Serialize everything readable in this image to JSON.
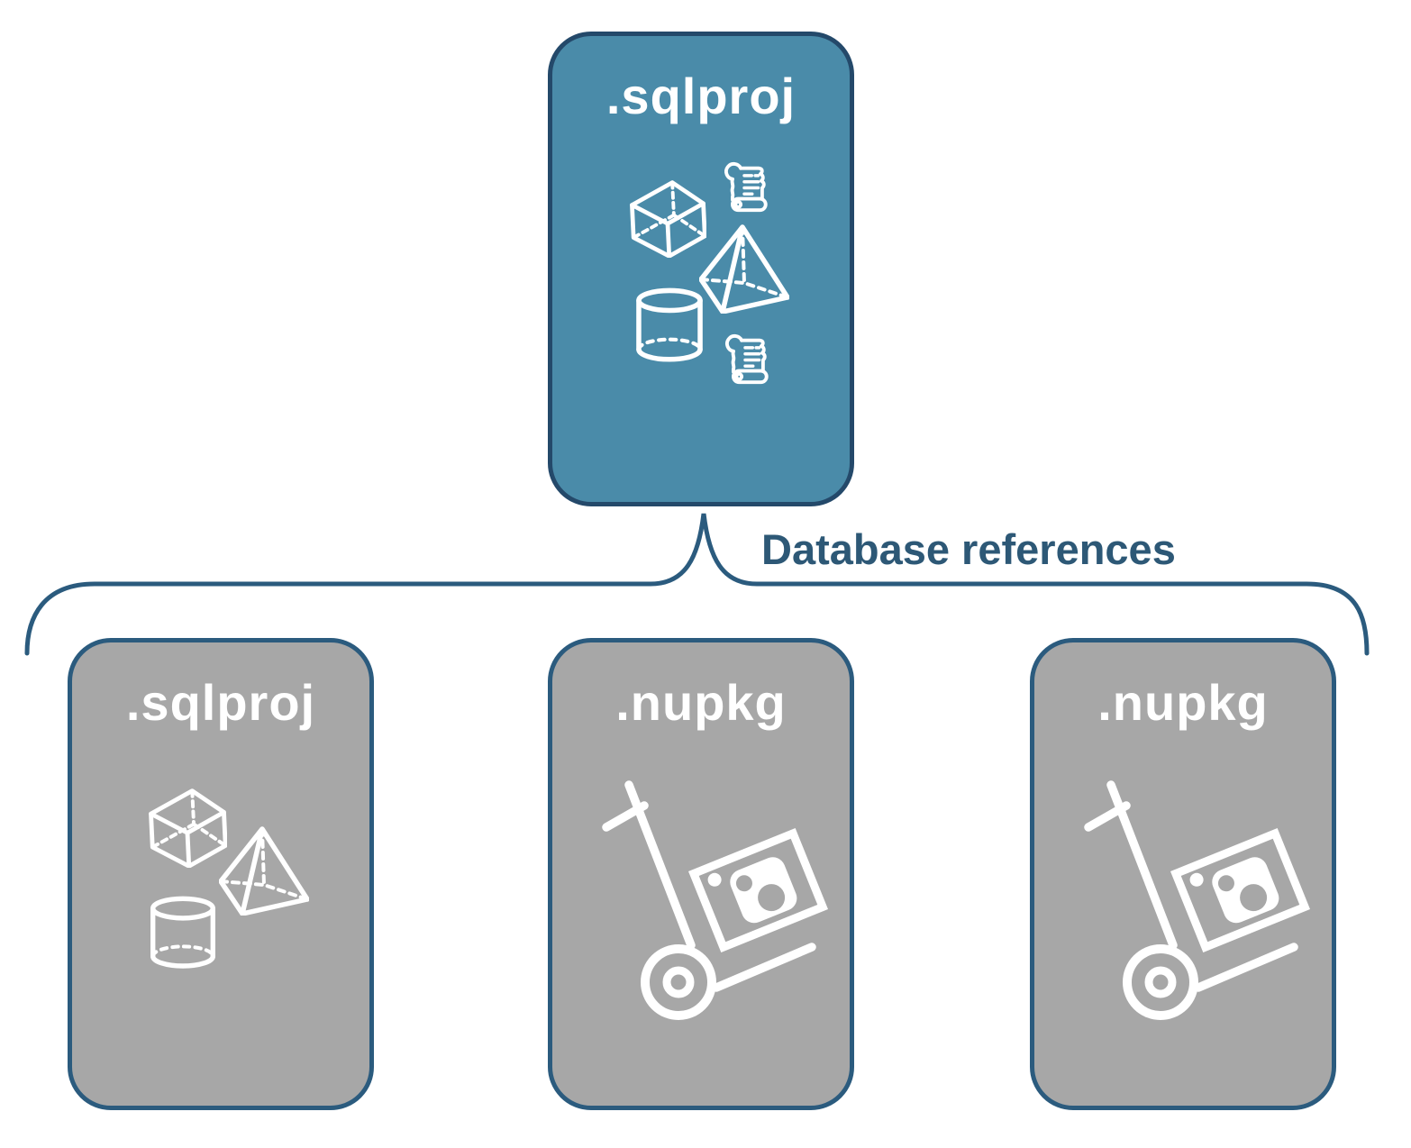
{
  "diagram": {
    "root": {
      "label": ".sqlproj",
      "icons": [
        "cube-icon",
        "scroll-icon",
        "pyramid-icon",
        "cylinder-icon",
        "scroll-icon"
      ]
    },
    "connector_label": "Database references",
    "children": [
      {
        "label": ".sqlproj",
        "icons": [
          "cube-icon",
          "pyramid-icon",
          "cylinder-icon"
        ]
      },
      {
        "label": ".nupkg",
        "icons": [
          "nuget-handtruck-icon"
        ]
      },
      {
        "label": ".nupkg",
        "icons": [
          "nuget-handtruck-icon"
        ]
      }
    ]
  },
  "colors": {
    "accent-fill": "#4A8BA9",
    "accent-border": "#24496A",
    "gray-fill": "#A7A7A7",
    "gray-border": "#2B5B7E",
    "connector": "#2B5B7E",
    "label-text": "#2D5876",
    "icon": "#FFFFFF"
  }
}
